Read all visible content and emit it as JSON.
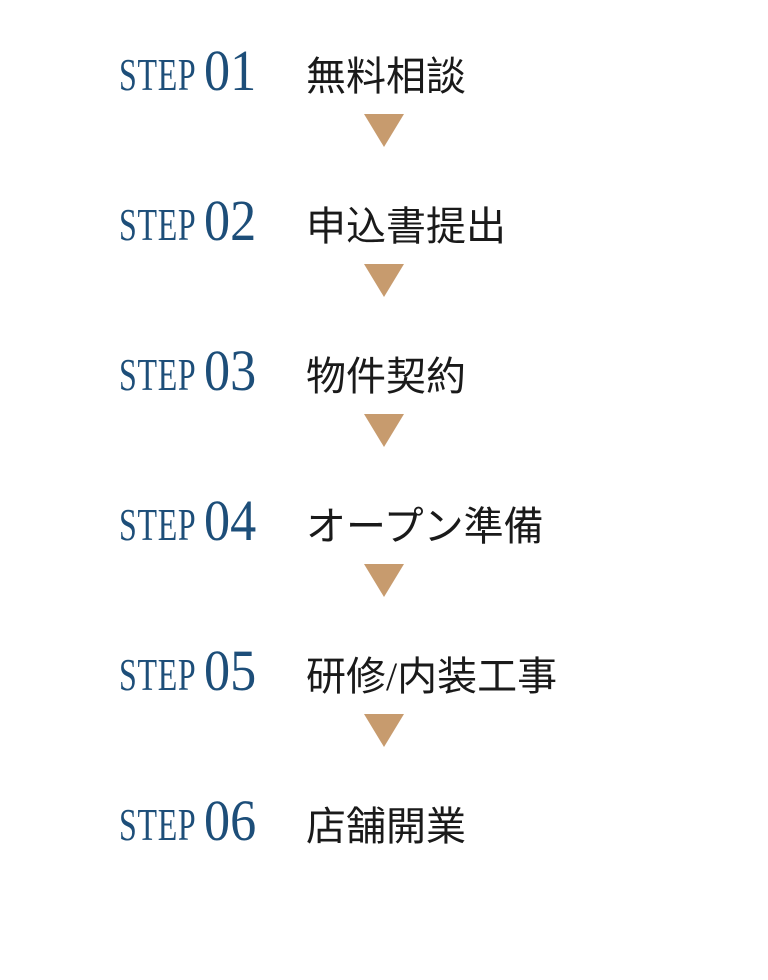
{
  "colors": {
    "accent_blue": "#1d4e79",
    "text_black": "#1a1a1a",
    "arrow_tan": "#c79b6e",
    "background": "#ffffff"
  },
  "icons": {
    "between_steps": "triangle-down"
  },
  "steps": [
    {
      "label": "STEP",
      "number": "01",
      "title": "無料相談"
    },
    {
      "label": "STEP",
      "number": "02",
      "title": "申込書提出"
    },
    {
      "label": "STEP",
      "number": "03",
      "title": "物件契約"
    },
    {
      "label": "STEP",
      "number": "04",
      "title": "オープン準備"
    },
    {
      "label": "STEP",
      "number": "05",
      "title": "研修/内装工事"
    },
    {
      "label": "STEP",
      "number": "06",
      "title": "店舗開業"
    }
  ]
}
